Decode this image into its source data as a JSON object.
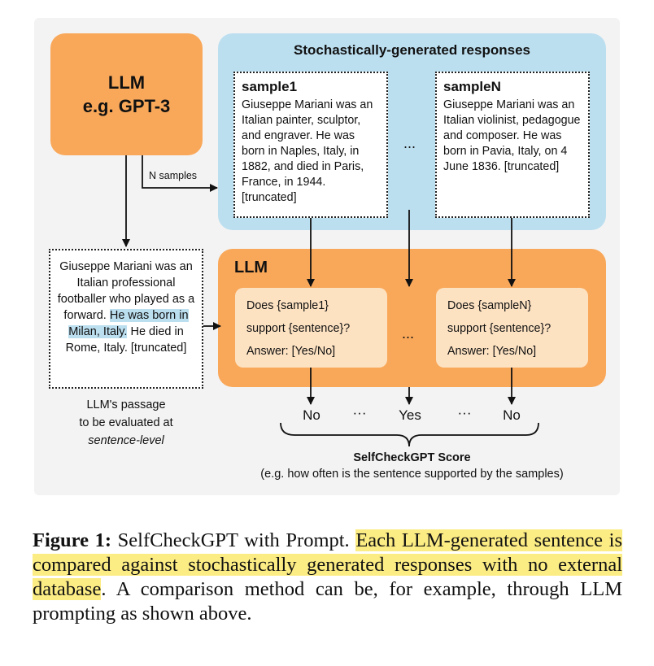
{
  "llm_top": {
    "line1": "LLM",
    "line2": "e.g. GPT-3"
  },
  "n_samples_label": "N samples",
  "samples_panel": {
    "title": "Stochastically-generated responses",
    "ellipsis": "...",
    "sample1": {
      "head": "sample1",
      "text": "Giuseppe Mariani was an Italian painter, sculptor, and engraver. He was born in Naples, Italy, in 1882, and died in Paris, France, in 1944. [truncated]"
    },
    "sampleN": {
      "head": "sampleN",
      "text": "Giuseppe Mariani was an Italian violinist, pedagogue and composer. He was born in Pavia, Italy, on 4 June 1836. [truncated]"
    }
  },
  "passage": {
    "before": "Giuseppe Mariani was an Italian professional footballer who played as a forward. ",
    "highlight": "He was born in Milan, Italy.",
    "after": " He died in Rome, Italy. [truncated]"
  },
  "passage_caption": {
    "line1": "LLM's passage",
    "line2": "to be evaluated at",
    "line3": "sentence-level"
  },
  "llm_bottom": {
    "label": "LLM",
    "ellipsis": "...",
    "prompt1": {
      "l1": "Does {sample1}",
      "l2": "support {sentence}?",
      "l3": "Answer: [Yes/No]"
    },
    "promptN": {
      "l1": "Does {sampleN}",
      "l2": "support {sentence}?",
      "l3": "Answer: [Yes/No]"
    }
  },
  "answers": {
    "a1": "No",
    "dots1": "···",
    "a2": "Yes",
    "dots2": "···",
    "a3": "No"
  },
  "score": {
    "title": "SelfCheckGPT Score",
    "subtitle": "(e.g. how often is the sentence supported by the samples)"
  },
  "caption": {
    "fig": "Figure 1:",
    "part1": " SelfCheckGPT with Prompt. ",
    "highlight": "Each LLM-generated sentence is compared against stochastically generated responses with no external database",
    "part2": ". A comparison method can be, for example, through LLM prompting as shown above."
  }
}
